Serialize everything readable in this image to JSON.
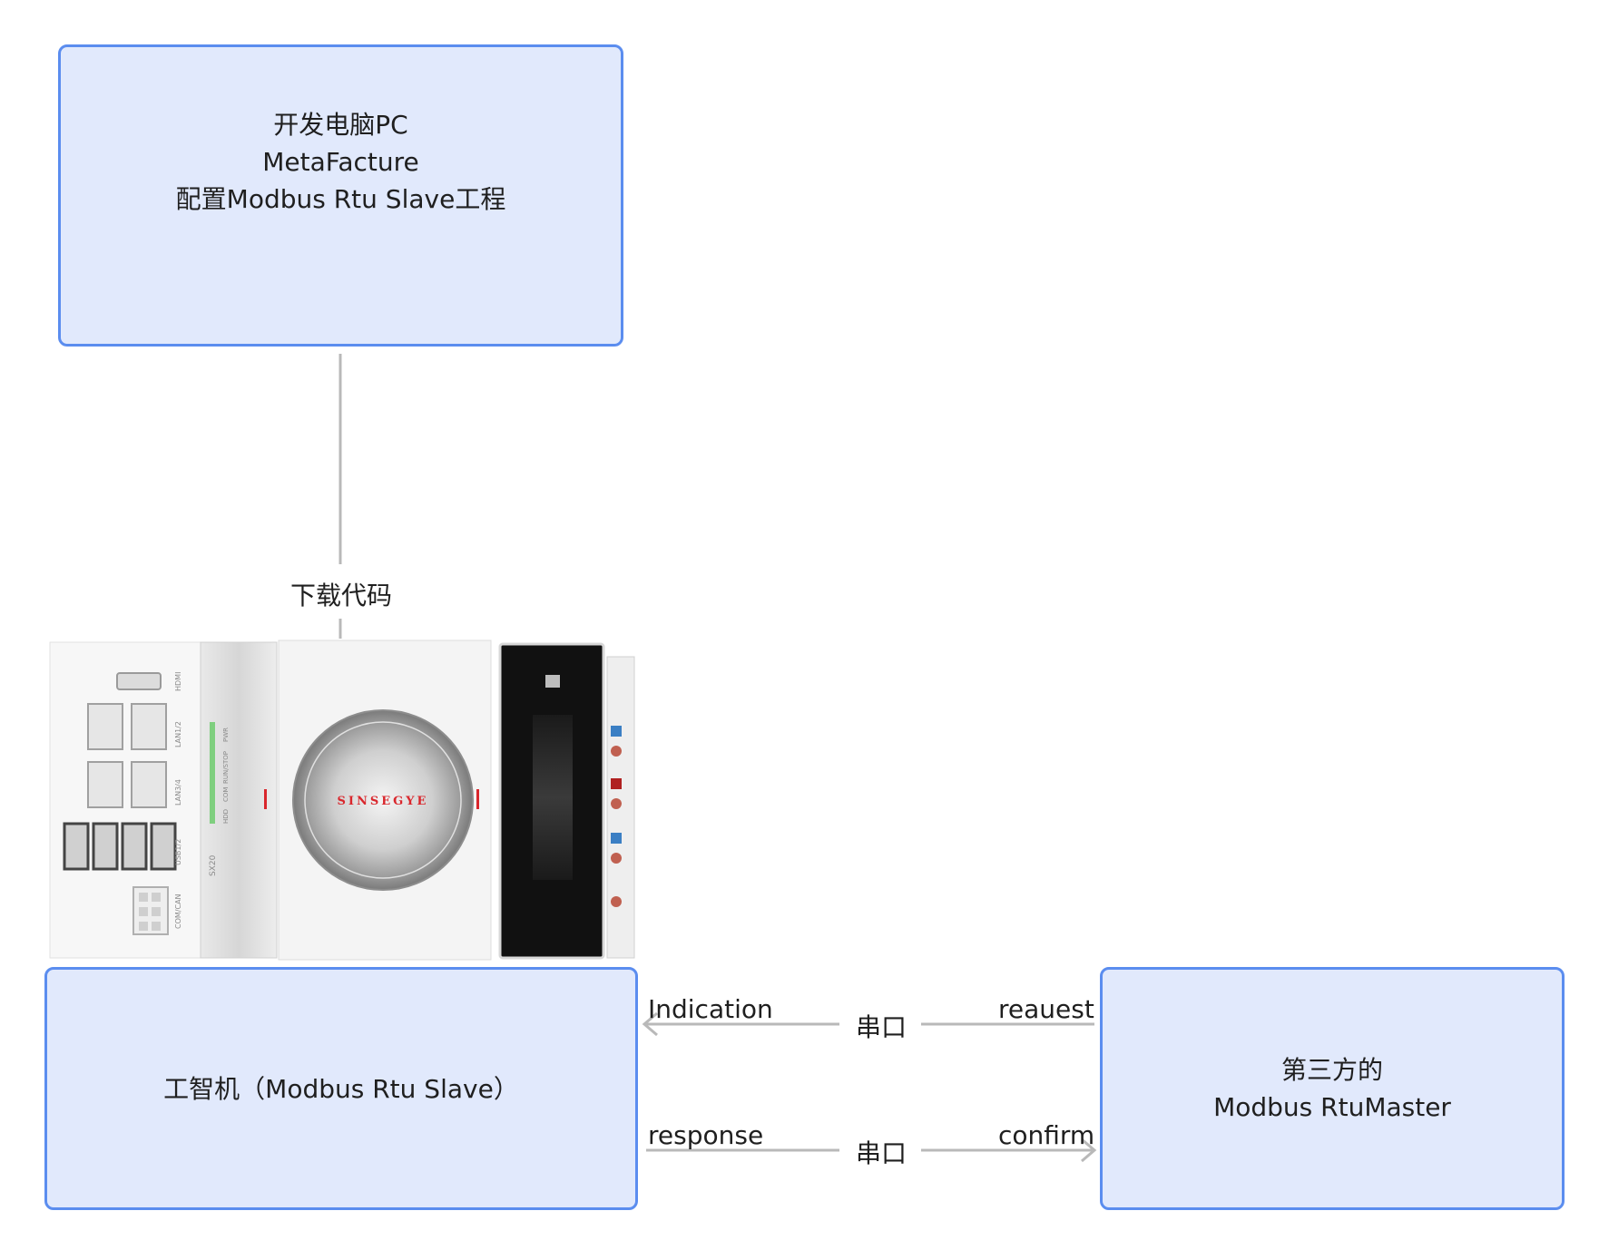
{
  "nodes": {
    "pc": {
      "lines": [
        "开发电脑PC",
        "MetaFacture",
        "配置Modbus Rtu Slave工程"
      ]
    },
    "slave": {
      "lines": [
        "工智机（Modbus Rtu Slave）"
      ]
    },
    "master": {
      "lines": [
        "第三方的",
        "Modbus RtuMaster"
      ]
    }
  },
  "edges": {
    "download": {
      "label": "下载代码"
    },
    "top_link": {
      "label": "串口",
      "left_label": "Indication",
      "right_label": "reauest"
    },
    "bottom_link": {
      "label": "串口",
      "left_label": "response",
      "right_label": "confirm"
    }
  },
  "device": {
    "brand": "SINSEGYE",
    "model": "SX20",
    "ports": [
      "HDMI",
      "LAN1/2",
      "LAN3/4",
      "USB1/2",
      "COM/CAN"
    ],
    "leds": [
      "PWR",
      "RUN/STOP",
      "COM",
      "HDD"
    ]
  },
  "colors": {
    "node_fill": "#e1e9fc",
    "node_border": "#5b8def",
    "connector": "#b9b9b9",
    "brand_red": "#d9262c"
  }
}
